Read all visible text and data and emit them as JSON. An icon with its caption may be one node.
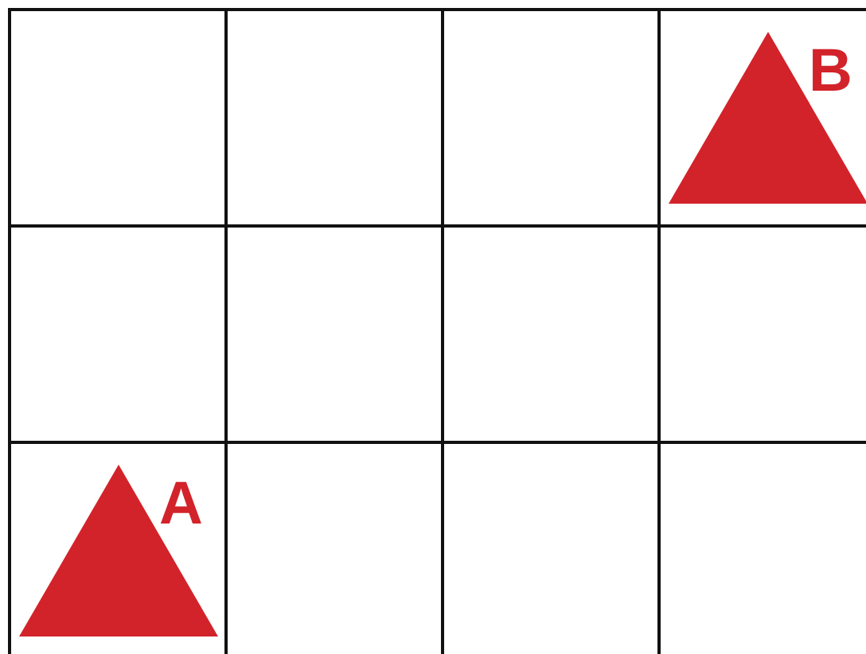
{
  "diagram": {
    "nodes": [
      {
        "text": [],
        "shape": "triangle",
        "beside": [
          "A"
        ]
      },
      {
        "text": [],
        "shape": "triangle",
        "beside": [
          "B"
        ]
      }
    ]
  }
}
